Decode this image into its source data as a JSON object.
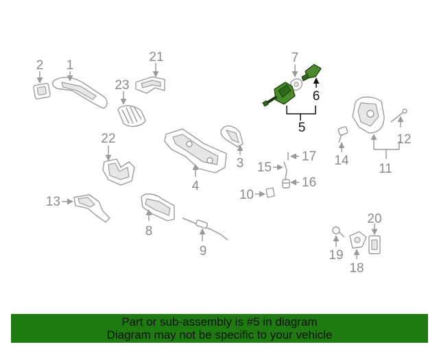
{
  "diagram": {
    "labels": [
      "1",
      "2",
      "3",
      "4",
      "5",
      "6",
      "7",
      "8",
      "9",
      "10",
      "11",
      "12",
      "13",
      "14",
      "15",
      "16",
      "17",
      "18",
      "19",
      "20",
      "21",
      "22",
      "23"
    ],
    "highlighted_part": "5",
    "colors": {
      "highlight_fill": "#4a8a2a",
      "part_stroke": "#9a9a9a",
      "label": "#8a8a8a",
      "banner": "#1f7a12"
    }
  },
  "banner": {
    "line1": "Part or sub-assembly is #5 in diagram",
    "line2": "Diagram may not be specific to your vehicle"
  }
}
